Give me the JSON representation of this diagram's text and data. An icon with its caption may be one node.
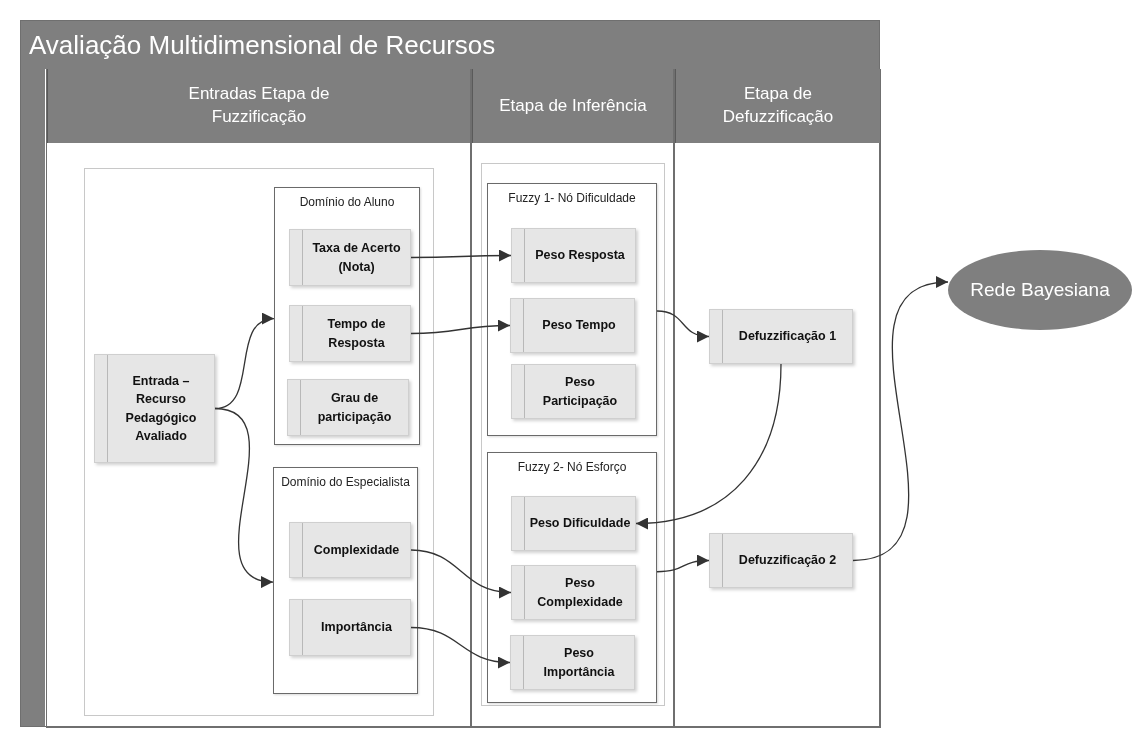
{
  "diagram": {
    "nodes": [
      {
        "text": [
          "Avaliação Multidimensional de Recursos"
        ]
      },
      {
        "text": [
          "Entradas Etapa de Fuzzificação"
        ],
        "in": 0
      },
      {
        "text": [
          "Etapa de Inferência"
        ],
        "in": 0
      },
      {
        "text": [
          "Etapa de Defuzzificação"
        ],
        "in": 0
      },
      {
        "text": [],
        "shape": "box",
        "in": 1
      },
      {
        "text": [
          "Entrada – Recurso Pedagógico Avaliado"
        ],
        "in": 4
      },
      {
        "text": [
          "Domínio do Aluno"
        ],
        "in": 4
      },
      {
        "text": [
          "Taxa de Acerto (Nota)"
        ],
        "in": 6
      },
      {
        "text": [
          "Tempo de Resposta"
        ],
        "in": 6
      },
      {
        "text": [
          "Grau de participação"
        ],
        "in": 6
      },
      {
        "text": [
          "Domínio do Especialista"
        ],
        "in": 4
      },
      {
        "text": [
          "Complexidade"
        ],
        "in": 10
      },
      {
        "text": [
          "Importância"
        ],
        "in": 10
      },
      {
        "text": [],
        "shape": "box",
        "in": 2
      },
      {
        "text": [
          "Fuzzy 1- Nó Dificuldade"
        ],
        "in": 13
      },
      {
        "text": [
          "Peso Resposta"
        ],
        "in": 14
      },
      {
        "text": [
          "Peso Tempo"
        ],
        "in": 14
      },
      {
        "text": [
          "Peso Participação"
        ],
        "in": 14
      },
      {
        "text": [
          "Fuzzy 2- Nó Esforço"
        ],
        "in": 13
      },
      {
        "text": [
          "Peso Dificuldade"
        ],
        "in": 18
      },
      {
        "text": [
          "Peso Complexidade"
        ],
        "in": 18
      },
      {
        "text": [
          "Peso Importância"
        ],
        "in": 18
      },
      {
        "text": [
          "Defuzzificação 1"
        ],
        "in": 3
      },
      {
        "text": [
          "Defuzzificação 2"
        ],
        "in": 3
      },
      {
        "text": [
          "Rede Bayesiana"
        ]
      }
    ],
    "edges": [
      {
        "from": 5,
        "to": 6,
        "arrow": "to"
      },
      {
        "from": 5,
        "to": 10,
        "arrow": "to"
      },
      {
        "from": 7,
        "to": 15,
        "arrow": "to"
      },
      {
        "from": 8,
        "to": 16,
        "arrow": "to"
      },
      {
        "from": 11,
        "to": 20,
        "arrow": "to"
      },
      {
        "from": 12,
        "to": 21,
        "arrow": "to"
      },
      {
        "from": 14,
        "to": 22,
        "arrow": "to"
      },
      {
        "from": 22,
        "to": 19,
        "arrow": "to"
      },
      {
        "from": 18,
        "to": 23,
        "arrow": "to"
      },
      {
        "from": 23,
        "to": 24,
        "arrow": "to"
      }
    ]
  }
}
